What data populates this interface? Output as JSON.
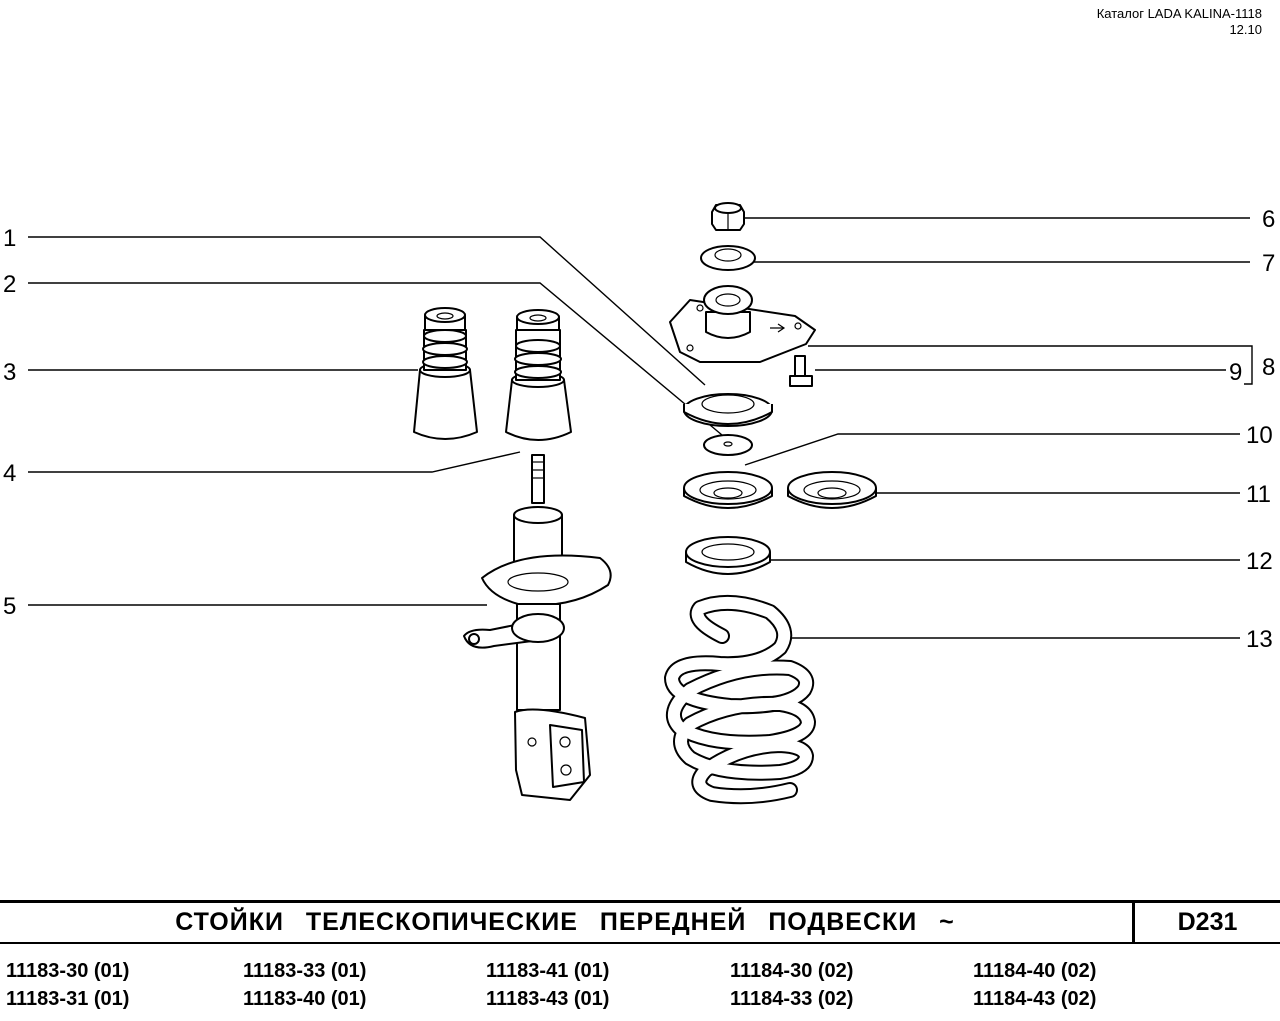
{
  "header": {
    "catalog": "Каталог LADA KALINA-1118",
    "date": "12.10"
  },
  "callouts": [
    "1",
    "2",
    "3",
    "4",
    "5",
    "6",
    "7",
    "8",
    "9",
    "10",
    "11",
    "12",
    "13"
  ],
  "title": {
    "text": "СТОЙКИ ТЕЛЕСКОПИЧЕСКИЕ ПЕРЕДНЕЙ ПОДВЕСКИ ~",
    "code": "D231"
  },
  "models": [
    [
      "11183-30 (01)",
      "11183-31 (01)"
    ],
    [
      "11183-33 (01)",
      "11183-40 (01)"
    ],
    [
      "11183-41 (01)",
      "11183-43 (01)"
    ],
    [
      "11184-30 (02)",
      "11184-33 (02)"
    ],
    [
      "11184-40 (02)",
      "11184-43 (02)"
    ]
  ]
}
